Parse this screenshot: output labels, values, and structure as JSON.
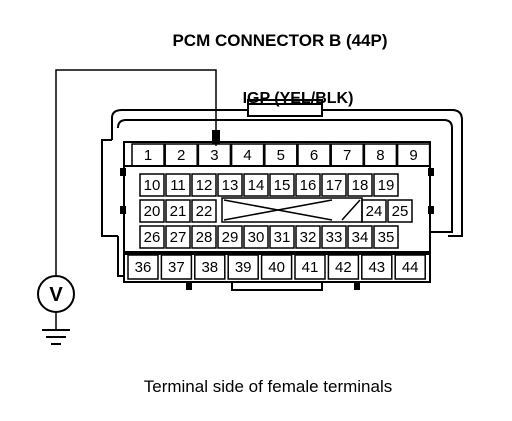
{
  "title": "PCM CONNECTOR B (44P)",
  "wire_label": "IGP (YEL/BLK)",
  "caption": "Terminal side of female terminals",
  "meter_symbol": "V",
  "connector": {
    "row1": [
      "1",
      "2",
      "3",
      "4",
      "5",
      "6",
      "7",
      "8",
      "9"
    ],
    "row2": [
      "10",
      "11",
      "12",
      "13",
      "14",
      "15",
      "16",
      "17",
      "18",
      "19"
    ],
    "row3": [
      "20",
      "21",
      "22",
      "24",
      "25"
    ],
    "row4": [
      "26",
      "27",
      "28",
      "29",
      "30",
      "31",
      "32",
      "33",
      "34",
      "35"
    ],
    "row5": [
      "36",
      "37",
      "38",
      "39",
      "40",
      "41",
      "42",
      "43",
      "44"
    ]
  },
  "probe_terminal": "3",
  "empty_cavities": "23",
  "colors": {
    "ink": "#000000",
    "paper": "#ffffff"
  }
}
